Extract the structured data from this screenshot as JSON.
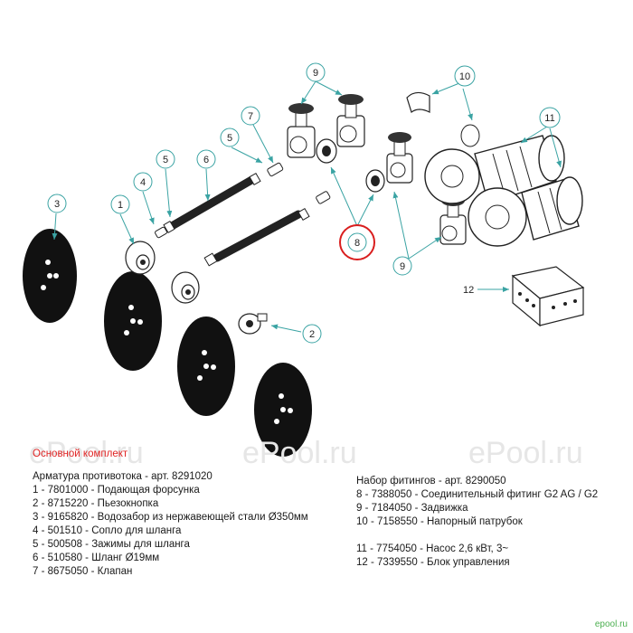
{
  "callouts": {
    "c1": "1",
    "c2": "2",
    "c3": "3",
    "c4": "4",
    "c5a": "5",
    "c5b": "5",
    "c6": "6",
    "c7": "7",
    "c8": "8",
    "c9a": "9",
    "c9b": "9",
    "c10": "10",
    "c11": "11",
    "c12": "12"
  },
  "watermarks": [
    "ePool.ru",
    "ePool.ru",
    "ePool.ru"
  ],
  "legend": {
    "title": "Основной комплект",
    "left_header": "Арматура противотока - арт. 8291020",
    "left_items": [
      "1 - 7801000 - Подающая форсунка",
      "2 - 8715220 - Пьезокнопка",
      "3 - 9165820 - Водозабор из нержавеющей стали Ø350мм",
      "4 - 501510 - Сопло для шланга",
      "5 - 500508 - Зажимы для шланга",
      "6 - 510580 - Шланг Ø19мм",
      "7 - 8675050 - Клапан"
    ],
    "right_header": "Набор фитингов - арт. 8290050",
    "right_items": [
      "8 - 7388050 - Соединительный фитинг G2 AG / G2",
      "9 - 7184050 - Задвижка",
      "10 - 7158550 - Напорный патрубок"
    ],
    "right_items2": [
      "11 - 7754050 - Насос 2,6 кВт, 3~",
      "12 - 7339550 - Блок управления"
    ]
  },
  "brand": "epool.ru",
  "colors": {
    "teal": "#3aa3a3",
    "highlight": "#d91e1e",
    "title_red": "#e02424"
  }
}
